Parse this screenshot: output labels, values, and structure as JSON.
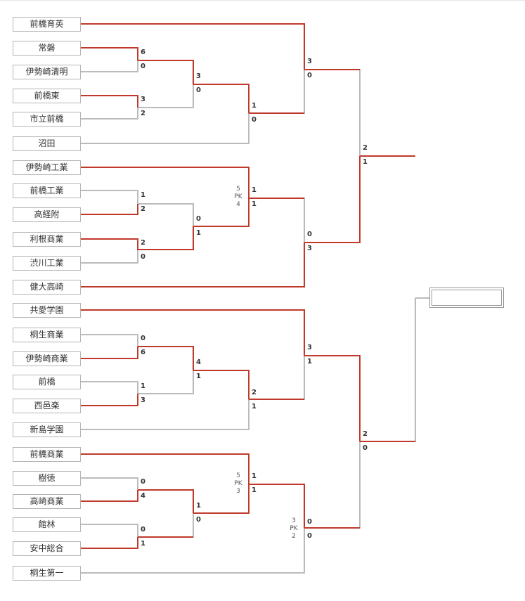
{
  "teams": [
    "前橋育英",
    "常磐",
    "伊勢崎清明",
    "前橋東",
    "市立前橋",
    "沼田",
    "伊勢崎工業",
    "前橋工業",
    "高経附",
    "利根商業",
    "渋川工業",
    "健大高崎",
    "共愛学園",
    "桐生商業",
    "伊勢崎商業",
    "前橋",
    "西邑楽",
    "新島学園",
    "前橋商業",
    "樹徳",
    "高崎商業",
    "館林",
    "安中総合",
    "桐生第一"
  ],
  "matches": [
    {
      "id": "r1m1",
      "score_top": "6",
      "score_bottom": "0",
      "pk": null
    },
    {
      "id": "r1m2",
      "score_top": "3",
      "score_bottom": "2",
      "pk": null
    },
    {
      "id": "r2m1",
      "score_top": "3",
      "score_bottom": "0",
      "pk": null
    },
    {
      "id": "r3m1",
      "score_top": "1",
      "score_bottom": "0",
      "pk": null
    },
    {
      "id": "r1m3",
      "score_top": "1",
      "score_bottom": "2",
      "pk": null
    },
    {
      "id": "r1m4",
      "score_top": "2",
      "score_bottom": "0",
      "pk": null
    },
    {
      "id": "r2m2",
      "score_top": "0",
      "score_bottom": "1",
      "pk": null
    },
    {
      "id": "r3m2",
      "score_top": "1",
      "score_bottom": "1",
      "pk": {
        "top": "5",
        "label": "PK",
        "bottom": "4"
      }
    },
    {
      "id": "r4m1",
      "score_top": "3",
      "score_bottom": "0",
      "pk": null
    },
    {
      "id": "r4m2",
      "score_top": "0",
      "score_bottom": "3",
      "pk": null
    },
    {
      "id": "r5m1",
      "score_top": "2",
      "score_bottom": "1",
      "pk": null
    },
    {
      "id": "r1m5",
      "score_top": "0",
      "score_bottom": "6",
      "pk": null
    },
    {
      "id": "r1m6",
      "score_top": "1",
      "score_bottom": "3",
      "pk": null
    },
    {
      "id": "r2m3",
      "score_top": "4",
      "score_bottom": "1",
      "pk": null
    },
    {
      "id": "r3m3",
      "score_top": "2",
      "score_bottom": "1",
      "pk": null
    },
    {
      "id": "r1m7",
      "score_top": "0",
      "score_bottom": "4",
      "pk": null
    },
    {
      "id": "r1m8",
      "score_top": "0",
      "score_bottom": "1",
      "pk": null
    },
    {
      "id": "r2m4",
      "score_top": "1",
      "score_bottom": "0",
      "pk": null
    },
    {
      "id": "r3m4",
      "score_top": "1",
      "score_bottom": "1",
      "pk": {
        "top": "5",
        "label": "PK",
        "bottom": "3"
      }
    },
    {
      "id": "r4m3",
      "score_top": "3",
      "score_bottom": "1",
      "pk": null
    },
    {
      "id": "r4m4",
      "score_top": "0",
      "score_bottom": "0",
      "pk": {
        "top": "3",
        "label": "PK",
        "bottom": "2"
      }
    },
    {
      "id": "r5m2",
      "score_top": "2",
      "score_bottom": "0",
      "pk": null
    }
  ],
  "champion": "",
  "colors": {
    "winner_line": "#c0392b",
    "loser_line": "#bbbbbb",
    "box_border": "#b4b4b4"
  }
}
